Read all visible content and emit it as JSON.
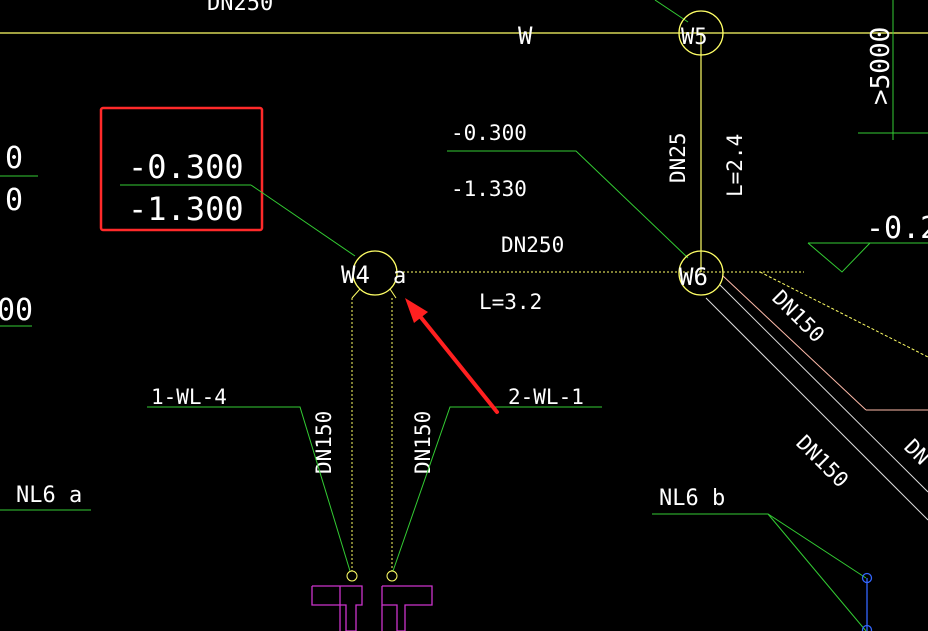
{
  "colors": {
    "background": "#000000",
    "text": "#ffffff",
    "leader_green": "#33cc33",
    "pipe_yellow": "#ffff66",
    "pipe_white": "#dddddd",
    "dn150_pink": "#ffbbaa",
    "fixture_magenta": "#cc33cc",
    "marker_blue": "#3366ff",
    "highlight_red": "#ff2a2a",
    "arrow_red": "#ff2020"
  },
  "labels": {
    "dn250_top": "DN250",
    "w_line": "W",
    "w5": "W5",
    "w4": "W4",
    "w4_suffix": "a",
    "w6": "W6",
    "elev_right_top": "-0.300",
    "elev_right_bottom": "-1.330",
    "dn25": "DN25",
    "l24": "L=2.4",
    "dn250_mid": "DN250",
    "l32": "L=3.2",
    "dn150_diag_1": "DN150",
    "dn150_diag_2": "DN150",
    "dn150_diag_3": "DN",
    "wl_left": "1-WL-4",
    "wl_right": "2-WL-1",
    "dn150_vert_left": "DN150",
    "dn150_vert_right": "DN150",
    "nl6a": "NL6 a",
    "nl6b": "NL6 b",
    "edge_left_1": "0",
    "edge_left_2": "0",
    "edge_left_3": "00",
    "edge_right_dim": ">5000",
    "edge_right_elev": "-0.2"
  },
  "highlight_box": {
    "top_value": "-0.300",
    "bottom_value": "-1.300"
  }
}
